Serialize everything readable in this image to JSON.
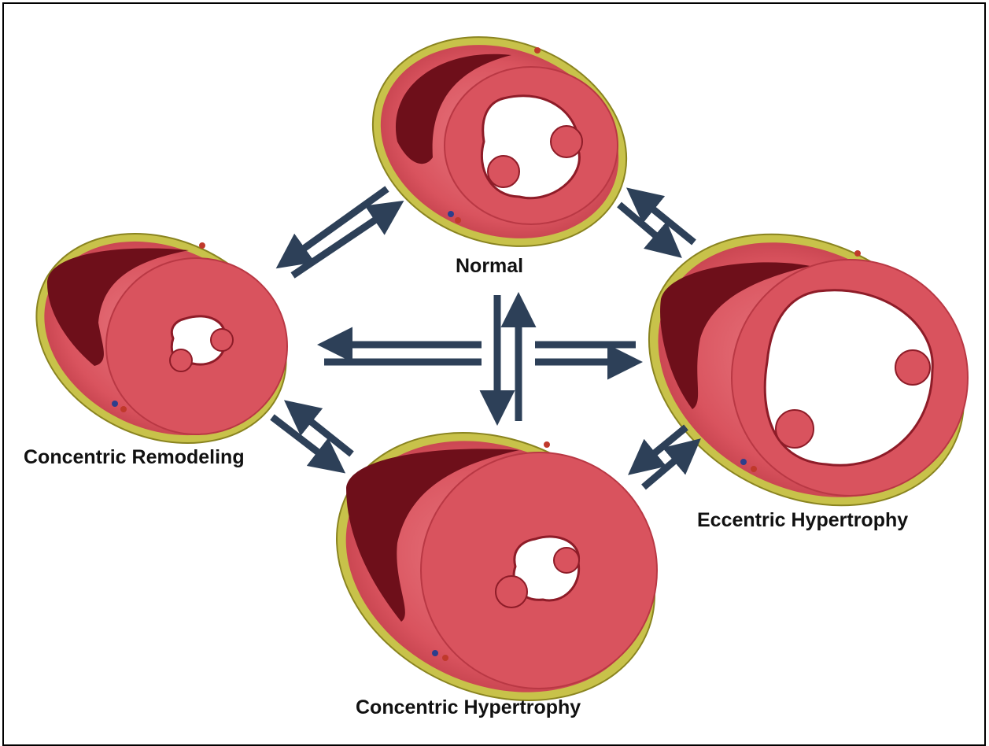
{
  "labels": {
    "normal": "Normal",
    "concentric_remodeling": "Concentric Remodeling",
    "eccentric_hypertrophy": "Eccentric Hypertrophy",
    "concentric_hypertrophy": "Concentric Hypertrophy"
  },
  "colors": {
    "arrow": "#2d4058",
    "myocardium": "#d9535e",
    "myocardium_light": "#e8757c",
    "pericardium_fat": "#c8c24a",
    "cavity_dark": "#6e0f1a"
  }
}
